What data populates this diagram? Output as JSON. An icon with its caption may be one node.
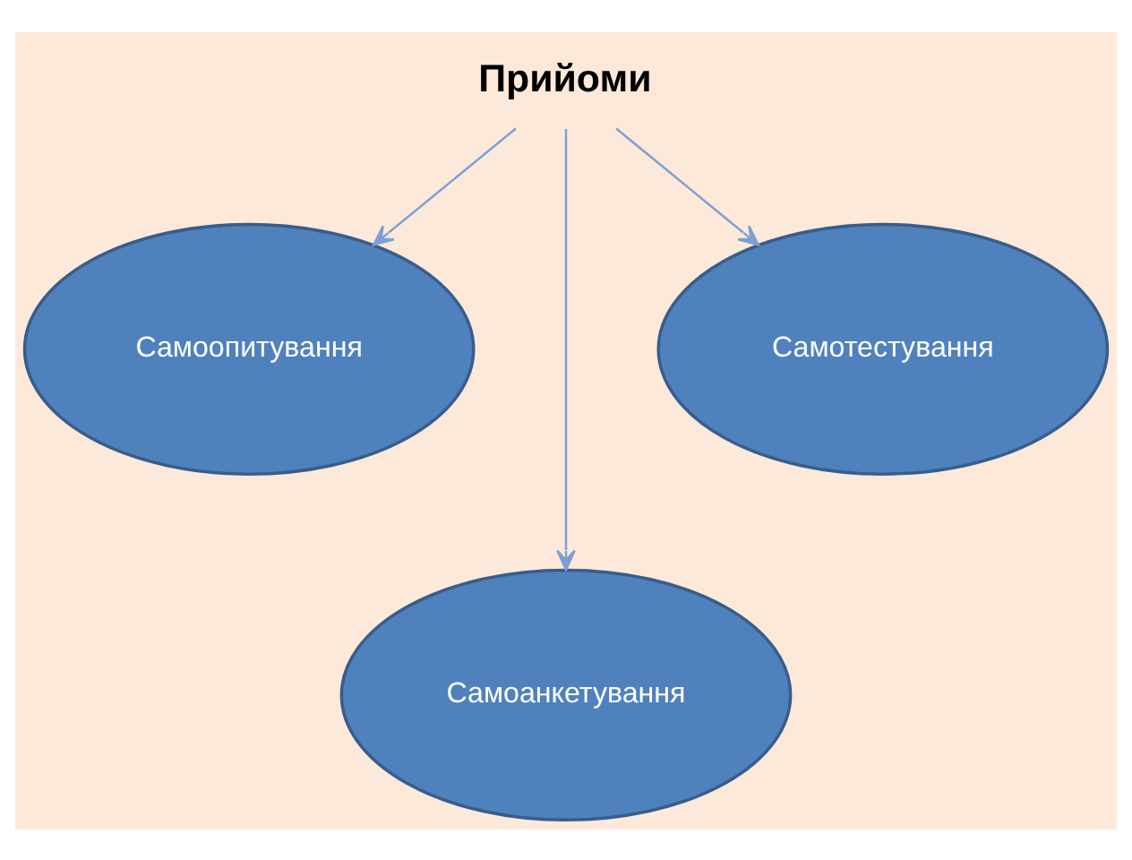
{
  "diagram": {
    "nodes": [
      {
        "text": [
          "Прийоми"
        ]
      },
      {
        "text": [
          "Самоопитування"
        ]
      },
      {
        "text": [
          "Самоанкетування"
        ]
      },
      {
        "text": [
          "Самотестування"
        ]
      }
    ],
    "edges": [
      {
        "from": 0,
        "to": 1,
        "arrow": "to"
      },
      {
        "from": 0,
        "to": 2,
        "arrow": "to"
      },
      {
        "from": 0,
        "to": 3,
        "arrow": "to"
      }
    ]
  }
}
